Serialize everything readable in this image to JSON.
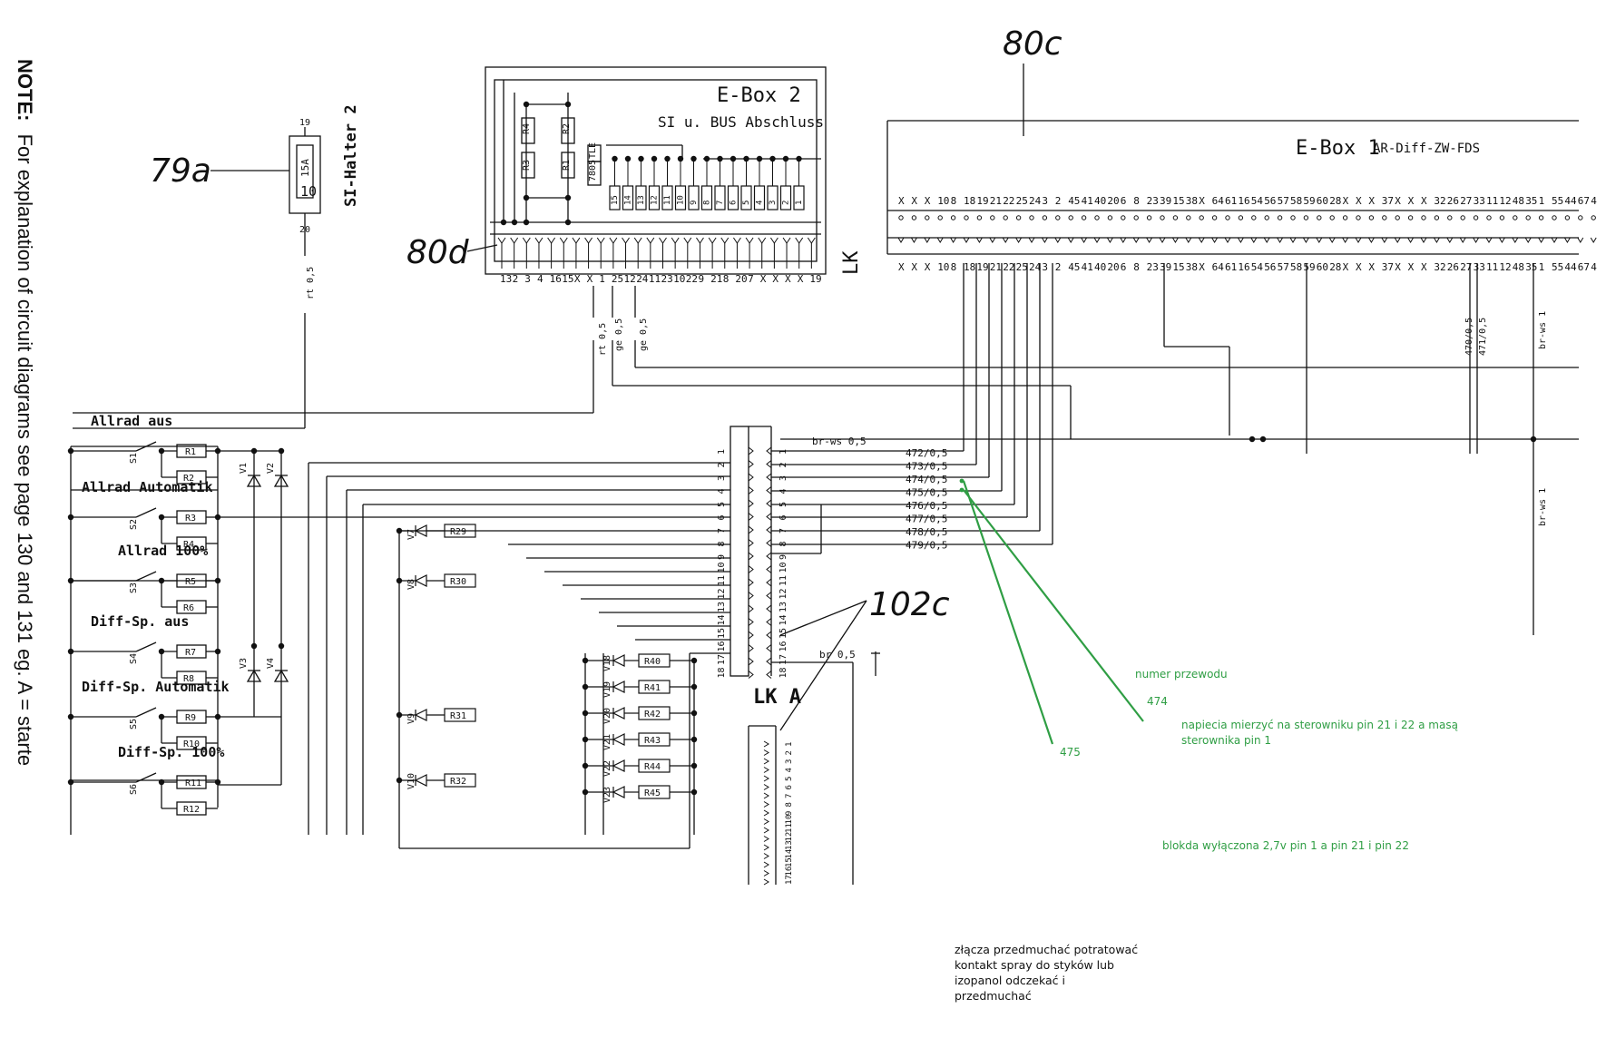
{
  "note": {
    "label": "NOTE:",
    "text": "For explanation of circuit diagrams see page 130 and 131 eg. A = starte"
  },
  "callouts": {
    "c79a": "79a",
    "c80d": "80d",
    "c80c": "80c",
    "c102c": "102c"
  },
  "si_halter": {
    "title": "SI-Halter 2",
    "fuse_rating": "15A",
    "fuse_number": "10",
    "pin_top": "19",
    "pin_bottom": "20",
    "wire": "rt 0,5"
  },
  "ebox2": {
    "title": "E-Box 2",
    "subtitle": "SI u. BUS Abschluss",
    "connector": "LK",
    "pins": [
      "13",
      "2",
      "3",
      "4",
      "16",
      "15",
      "X",
      "X",
      "1",
      "25",
      "12",
      "24",
      "11",
      "23",
      "10",
      "22",
      "9",
      "21",
      "8",
      "20",
      "7",
      "X",
      "X",
      "X",
      "X",
      "19"
    ],
    "components": [
      "R4",
      "R2",
      "R3",
      "R1",
      "TLE",
      "7805",
      "15",
      "14",
      "13",
      "12",
      "11",
      "10",
      "9",
      "8",
      "7",
      "6",
      "5",
      "4",
      "3",
      "2",
      "1"
    ],
    "wires": [
      "rt 0,5",
      "ge 0,5",
      "ge 0,5"
    ]
  },
  "ebox1": {
    "title": "E-Box 1",
    "subtitle": "AR-Diff-ZW-FDS",
    "pins": [
      "X",
      "X",
      "X",
      "10",
      "8",
      "18",
      "19",
      "21",
      "22",
      "25",
      "24",
      "3",
      "2",
      "45",
      "41",
      "40",
      "20",
      "6",
      "8",
      "23",
      "39",
      "15",
      "38",
      "X",
      "64",
      "61",
      "16",
      "54",
      "56",
      "57",
      "58",
      "59",
      "60",
      "28",
      "X",
      "X",
      "X",
      "37",
      "X",
      "X",
      "X",
      "32",
      "26",
      "27",
      "33",
      "11",
      "12",
      "48",
      "35",
      "1",
      "55",
      "44",
      "67",
      "4"
    ],
    "wires": [
      "470/0,5",
      "471/0,5",
      "br-ws 1",
      "br-ws 1"
    ]
  },
  "switches": [
    {
      "label": "Allrad aus",
      "switch": "S1",
      "r_a": "R1",
      "r_b": "R2"
    },
    {
      "label": "Allrad Automatik",
      "switch": "S2",
      "r_a": "R3",
      "r_b": "R4"
    },
    {
      "label": "Allrad 100%",
      "switch": "S3",
      "r_a": "R5",
      "r_b": "R6"
    },
    {
      "label": "Diff-Sp. aus",
      "switch": "S4",
      "r_a": "R7",
      "r_b": "R8"
    },
    {
      "label": "Diff-Sp. Automatik",
      "switch": "S5",
      "r_a": "R9",
      "r_b": "R10"
    },
    {
      "label": "Diff-Sp. 100%",
      "switch": "S6",
      "r_a": "R11",
      "r_b": "R12"
    }
  ],
  "diodes": [
    "V1",
    "V2",
    "V3",
    "V4"
  ],
  "leds_left": [
    {
      "v": "V7",
      "r": "R29"
    },
    {
      "v": "V8",
      "r": "R30"
    },
    {
      "v": "V9",
      "r": "R31"
    },
    {
      "v": "V10",
      "r": "R32"
    }
  ],
  "leds_right": [
    {
      "v": "V18",
      "r": "R40"
    },
    {
      "v": "V19",
      "r": "R41"
    },
    {
      "v": "V20",
      "r": "R42"
    },
    {
      "v": "V21",
      "r": "R43"
    },
    {
      "v": "V22",
      "r": "R44"
    },
    {
      "v": "V23",
      "r": "R45"
    }
  ],
  "lka": {
    "label": "LK A",
    "pins": [
      "1",
      "2",
      "3",
      "4",
      "5",
      "6",
      "7",
      "8",
      "9",
      "10",
      "11",
      "12",
      "13",
      "14",
      "15",
      "16",
      "17",
      "18"
    ],
    "wire_top": "br-ws 0,5",
    "wire_bottom": "br 0,5"
  },
  "wire_numbers": [
    "472/0,5",
    "473/0,5",
    "474/0,5",
    "475/0,5",
    "476/0,5",
    "477/0,5",
    "478/0,5",
    "479/0,5"
  ],
  "annotations": {
    "numer_przewodu": "numer przewodu",
    "w474": "474",
    "w475": "475",
    "napiecia": "napiecia mierzyć na sterowniku pin 21 i 22  a masą sterownika pin 1",
    "blokada": "blokda wyłączona 2,7v pin 1 a pin 21 i pin 22",
    "zlacza": "złącza przedmuchać potratować kontakt  spray do styków lub izopanol odczekać i przedmuchać"
  },
  "colors": {
    "ink": "#111111",
    "annotation": "#2f9e44"
  }
}
